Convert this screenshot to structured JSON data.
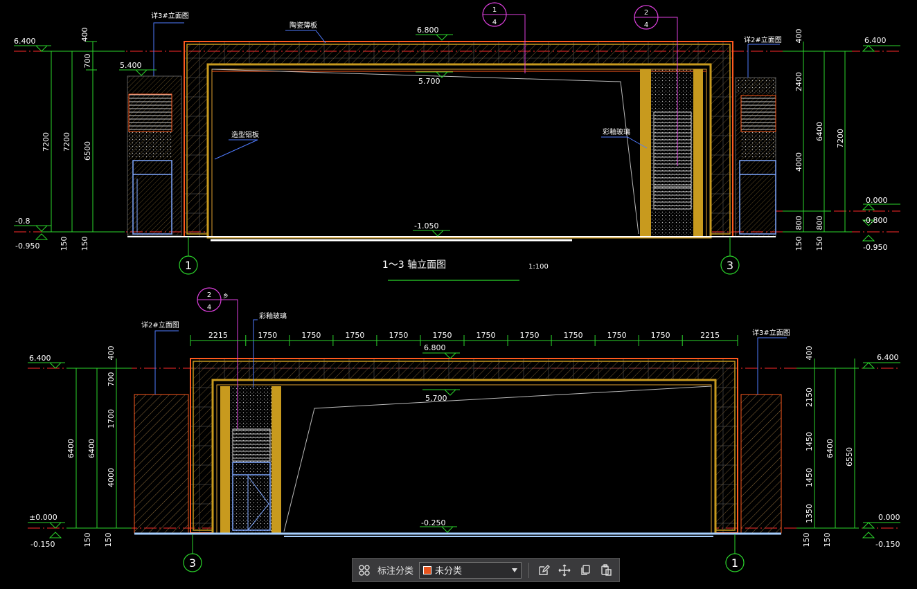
{
  "colors": {
    "dimension": "#2bd62b",
    "axis_line": "#ff2a2a",
    "outline": "#ff5a1e",
    "gold": "#c89a1e",
    "hatch": "#8a6a3a",
    "glass": "#7fa7ff",
    "leader": "#4f7bff",
    "bubble": "#e040e0",
    "text": "#ffffff"
  },
  "top": {
    "title": "1～3 轴立面图",
    "scale": "1:100",
    "labels": {
      "ceramic_panel": "陶瓷薄板",
      "see3_left": "详3#立面图",
      "see2_right": "详2#立面图",
      "aluminum": "造型铝板",
      "glass": "彩釉玻璃"
    },
    "levels": [
      "6.400",
      "5.400",
      "6.800",
      "5.700",
      "-0.8",
      "-0.950",
      "-1.050",
      "0.000",
      "-0.800",
      "-0.950",
      "6.400"
    ],
    "left_dims": [
      "7200",
      "7200",
      "6500",
      "400",
      "700",
      "150",
      "150"
    ],
    "right_dims": [
      "400",
      "2400",
      "4000",
      "800",
      "800",
      "6400",
      "7200",
      "150",
      "150"
    ],
    "axes": [
      "1",
      "3"
    ],
    "bubbles": [
      {
        "num": "1",
        "den": "4"
      },
      {
        "num": "2",
        "den": "4"
      }
    ]
  },
  "bottom": {
    "labels": {
      "see2_left": "详2#立面图",
      "see3_right": "详3#立面图",
      "glass": "彩釉玻璃",
      "sheet_mark": "乡"
    },
    "spans": [
      "2215",
      "1750",
      "1750",
      "1750",
      "1750",
      "1750",
      "1750",
      "1750",
      "1750",
      "1750",
      "1750",
      "2215"
    ],
    "levels": [
      "6.400",
      "6.800",
      "5.700",
      "±0.000",
      "-0.150",
      "-0.250",
      "6.400",
      "0.000",
      "-0.150"
    ],
    "left_dims": [
      "400",
      "700",
      "1700",
      "4000",
      "6400",
      "6400",
      "150",
      "150"
    ],
    "right_dims": [
      "400",
      "2150",
      "1450",
      "1450",
      "1350",
      "6400",
      "6550",
      "150",
      "150"
    ],
    "axes": [
      "3",
      "1"
    ],
    "bubbles": [
      {
        "num": "2",
        "den": "4"
      }
    ]
  },
  "toolbar": {
    "category_label": "标注分类",
    "category_value": "未分类",
    "swatch_color": "#e8541e",
    "icons": [
      "grid-icon",
      "edit-icon",
      "move-icon",
      "copy-icon",
      "paste-icon"
    ]
  }
}
